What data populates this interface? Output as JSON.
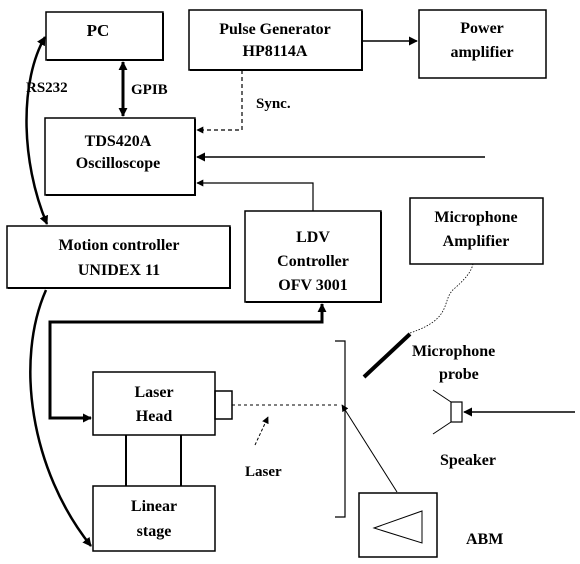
{
  "boxes": {
    "pc": "PC",
    "pulse_generator": [
      "Pulse Generator",
      "HP8114A"
    ],
    "power_amplifier": [
      "Power",
      "amplifier"
    ],
    "oscilloscope": [
      "TDS420A",
      "Oscilloscope"
    ],
    "motion_controller": [
      "Motion controller",
      "UNIDEX 11"
    ],
    "ldv_controller": [
      "LDV",
      "Controller",
      "OFV 3001"
    ],
    "microphone_amplifier": [
      "Microphone",
      "Amplifier"
    ],
    "laser_head": [
      "Laser",
      "Head"
    ],
    "linear_stage": [
      "Linear",
      "stage"
    ]
  },
  "labels": {
    "rs232": "RS232",
    "gpib": "GPIB",
    "sync": "Sync.",
    "microphone_probe": [
      "Microphone",
      "probe"
    ],
    "speaker": "Speaker",
    "laser": "Laser",
    "abm": "ABM"
  }
}
